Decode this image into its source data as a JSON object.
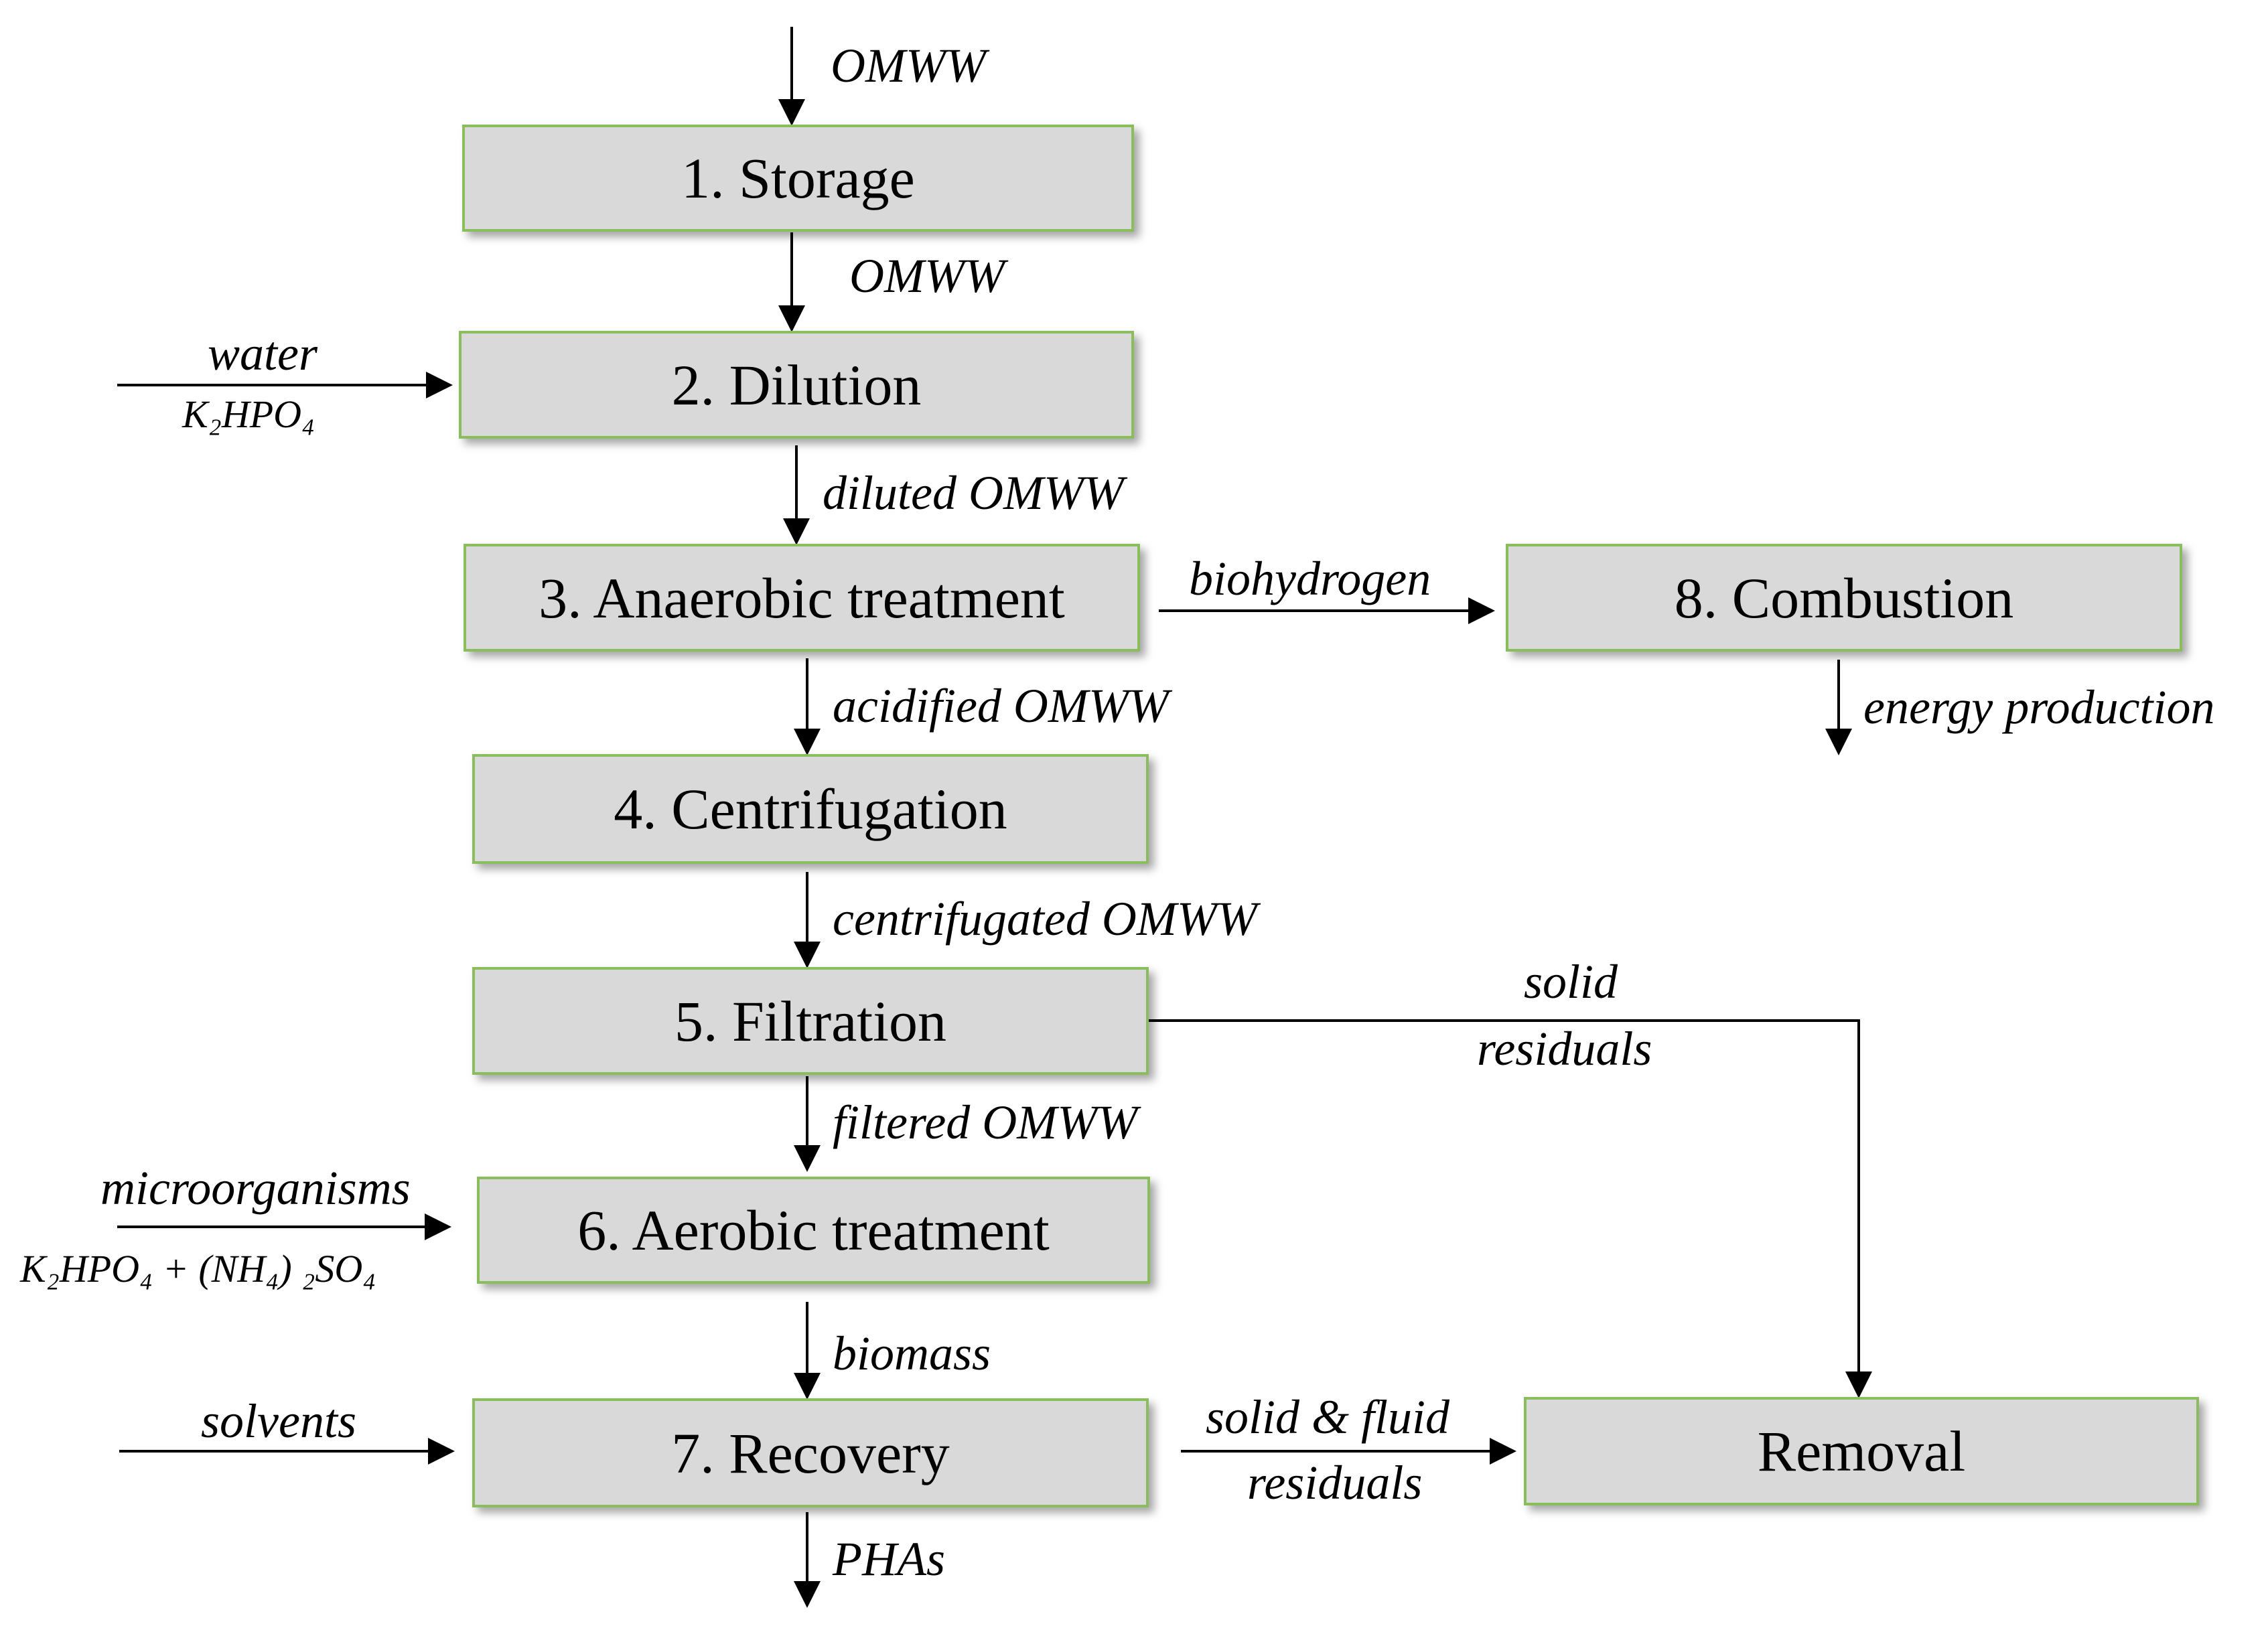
{
  "steps": {
    "storage": "1. Storage",
    "dilution": "2. Dilution",
    "anaerobic": "3. Anaerobic treatment",
    "centrifugation": "4. Centrifugation",
    "filtration": "5. Filtration",
    "aerobic": "6. Aerobic treatment",
    "recovery": "7. Recovery",
    "combustion": "8. Combustion",
    "removal": "Removal"
  },
  "flows": {
    "omww_in": "OMWW",
    "omww": "OMWW",
    "water": "water",
    "k2hpo4": "K₂HPO₄",
    "diluted": "diluted OMWW",
    "biohydrogen": "biohydrogen",
    "energy": "energy production",
    "acidified": "acidified OMWW",
    "centrifugated": "centrifugated OMWW",
    "solid": "solid",
    "residuals": "residuals",
    "filtered": "filtered OMWW",
    "microorganisms": "microorganisms",
    "nutrients": "K₂HPO₄ + (NH₄) ₂SO₄",
    "biomass": "biomass",
    "solvents": "solvents",
    "solid_fluid": "solid & fluid",
    "residuals2": "residuals",
    "phas": "PHAs"
  },
  "colors": {
    "box_fill": "#d9d9d9",
    "box_border": "#8bbd5c",
    "line": "#000000"
  }
}
